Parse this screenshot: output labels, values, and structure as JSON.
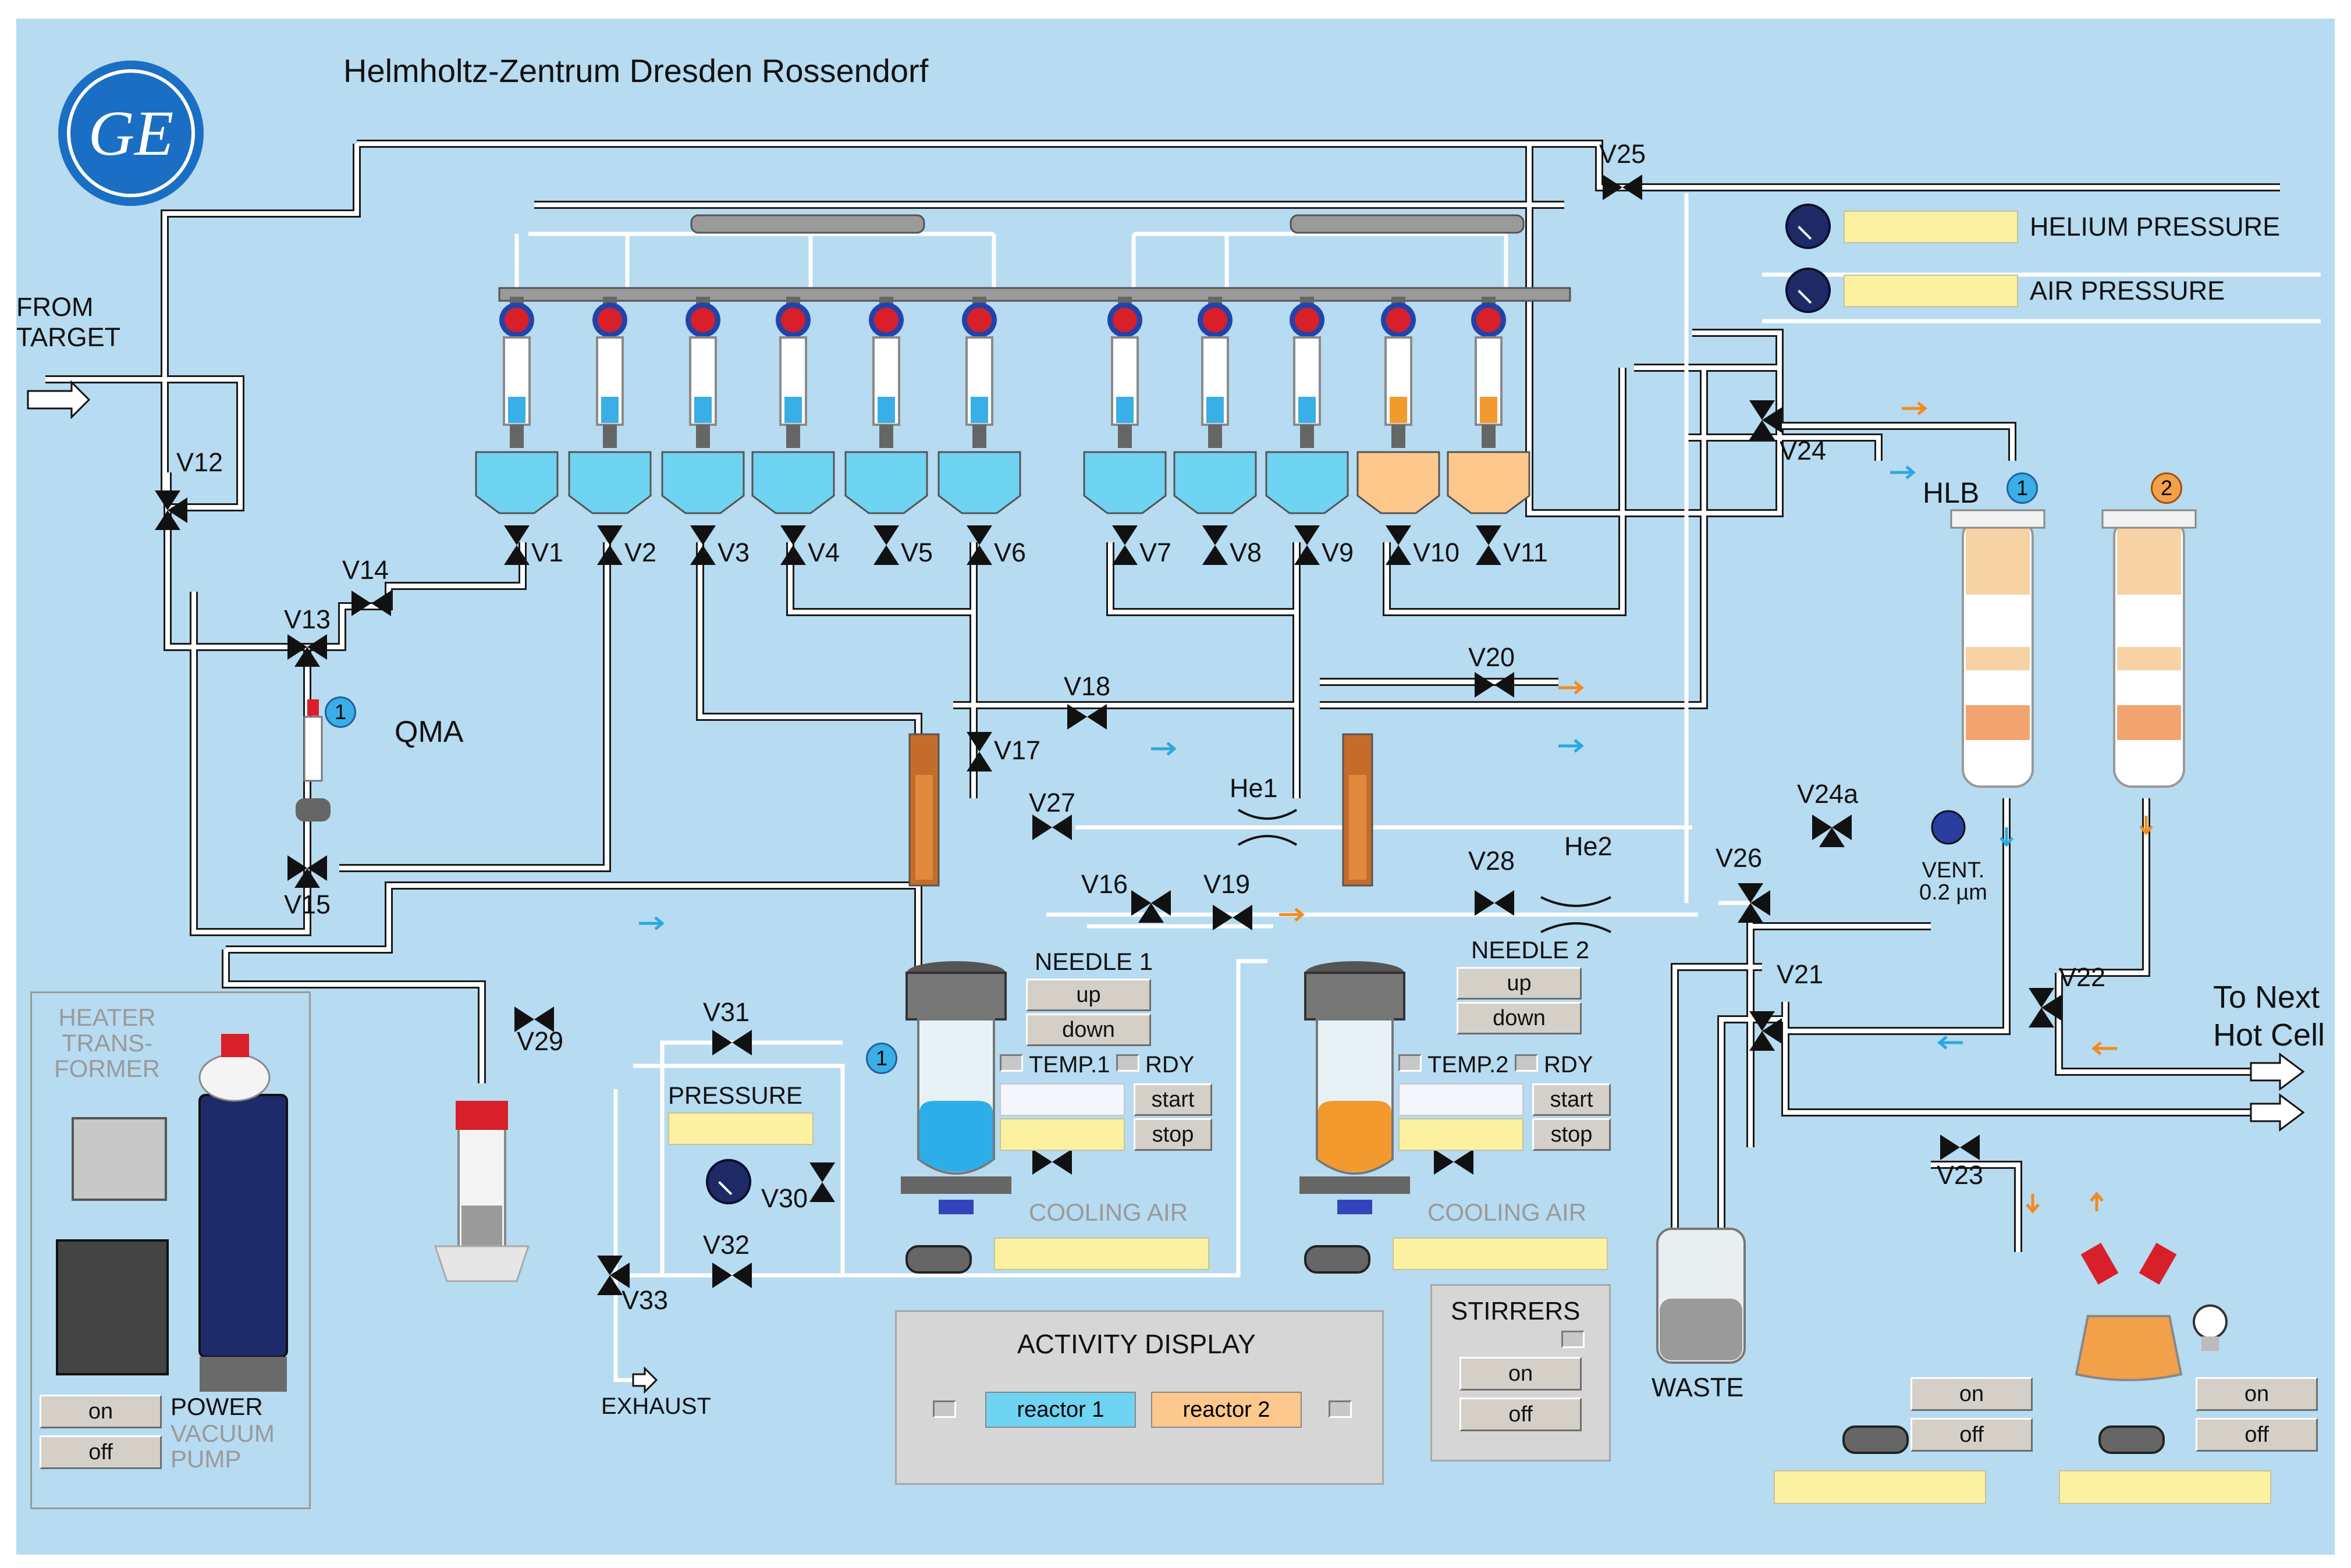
{
  "header": {
    "org": "Helmholtz-Zentrum Dresden Rossendorf",
    "logo_text": "GE"
  },
  "labels": {
    "from_target": "FROM\nTARGET",
    "qma": "QMA",
    "hlb": "HLB",
    "helium_pressure": "HELIUM PRESSURE",
    "air_pressure": "AIR PRESSURE",
    "pressure": "PRESSURE",
    "exhaust": "EXHAUST",
    "waste": "WASTE",
    "vent": "VENT.\n0.2 µm",
    "to_next": "To Next\nHot Cell",
    "he1": "He1",
    "he2": "He2",
    "cooling_air": "COOLING AIR",
    "heater": "HEATER\nTRANS-\nFORMER",
    "power": "POWER",
    "vacuum_pump": "VACUUM\nPUMP",
    "stirrers": "STIRRERS",
    "activity_display": "ACTIVITY DISPLAY"
  },
  "valves": [
    "V1",
    "V2",
    "V3",
    "V4",
    "V5",
    "V6",
    "V7",
    "V8",
    "V9",
    "V10",
    "V11",
    "V12",
    "V13",
    "V14",
    "V15",
    "V16",
    "V17",
    "V18",
    "V19",
    "V20",
    "V21",
    "V22",
    "V23",
    "V24",
    "V24a",
    "V25",
    "V26",
    "V27",
    "V28",
    "V29",
    "V30",
    "V31",
    "V32",
    "V33"
  ],
  "badges": {
    "qma": "1",
    "hlb1": "1",
    "hlb2": "2",
    "reactor1": "1"
  },
  "needle1": {
    "title": "NEEDLE 1",
    "up": "up",
    "down": "down",
    "temp": "TEMP.1",
    "rdy": "RDY",
    "start": "start",
    "stop": "stop"
  },
  "needle2": {
    "title": "NEEDLE 2",
    "up": "up",
    "down": "down",
    "temp": "TEMP.2",
    "rdy": "RDY",
    "start": "start",
    "stop": "stop"
  },
  "buttons": {
    "on": "on",
    "off": "off"
  },
  "activity": {
    "reactor1": "reactor 1",
    "reactor2": "reactor 2"
  },
  "colors": {
    "background": "#b7dbf0",
    "blue_reagent": "#3aaee6",
    "orange_reagent": "#f29a2e",
    "reactor1": "#6fd3f2",
    "reactor2": "#fcc88c",
    "field_yellow": "#fbf1a0"
  }
}
